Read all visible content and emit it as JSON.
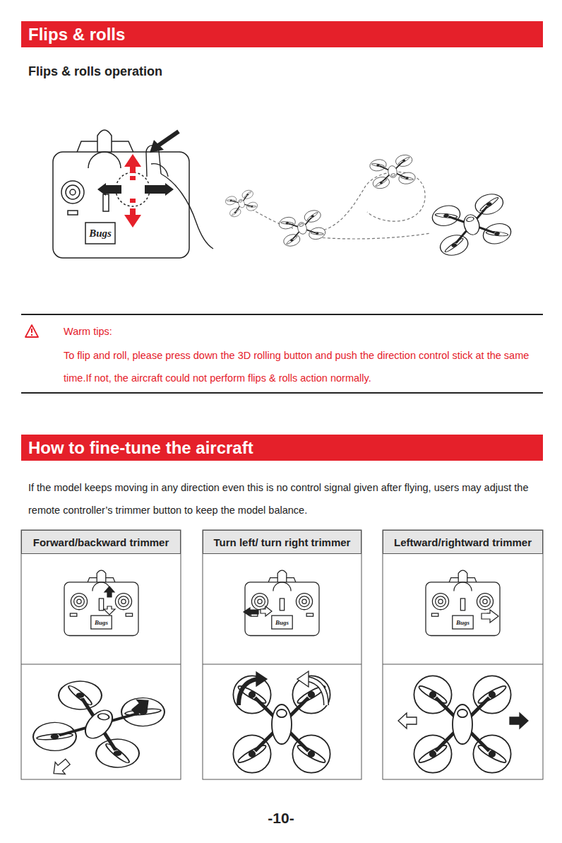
{
  "diagram": {
    "nodes": [
      {
        "text": [
          "Flips & rolls"
        ]
      },
      {
        "text": [
          "How to fine-tune the aircraft"
        ]
      },
      {
        "text": [
          "Forward/backward trimmer"
        ]
      },
      {
        "text": [
          "Turn left/ turn right trimmer"
        ]
      },
      {
        "text": [
          "Leftward/rightward trimmer"
        ]
      }
    ],
    "labels": [
      "Flips & rolls operation",
      "Bugs",
      "Warm tips:",
      "To flip and roll, please press down the 3D rolling button and push the direction control stick at the same time.If not, the aircraft could not perform flips & rolls action normally.",
      "If the model keeps moving in any direction even this is no control signal given after flying, users may adjust the remote controller’s trimmer button to keep the model balance.",
      "Bugs",
      "Bugs",
      "Bugs",
      "-10-"
    ]
  }
}
